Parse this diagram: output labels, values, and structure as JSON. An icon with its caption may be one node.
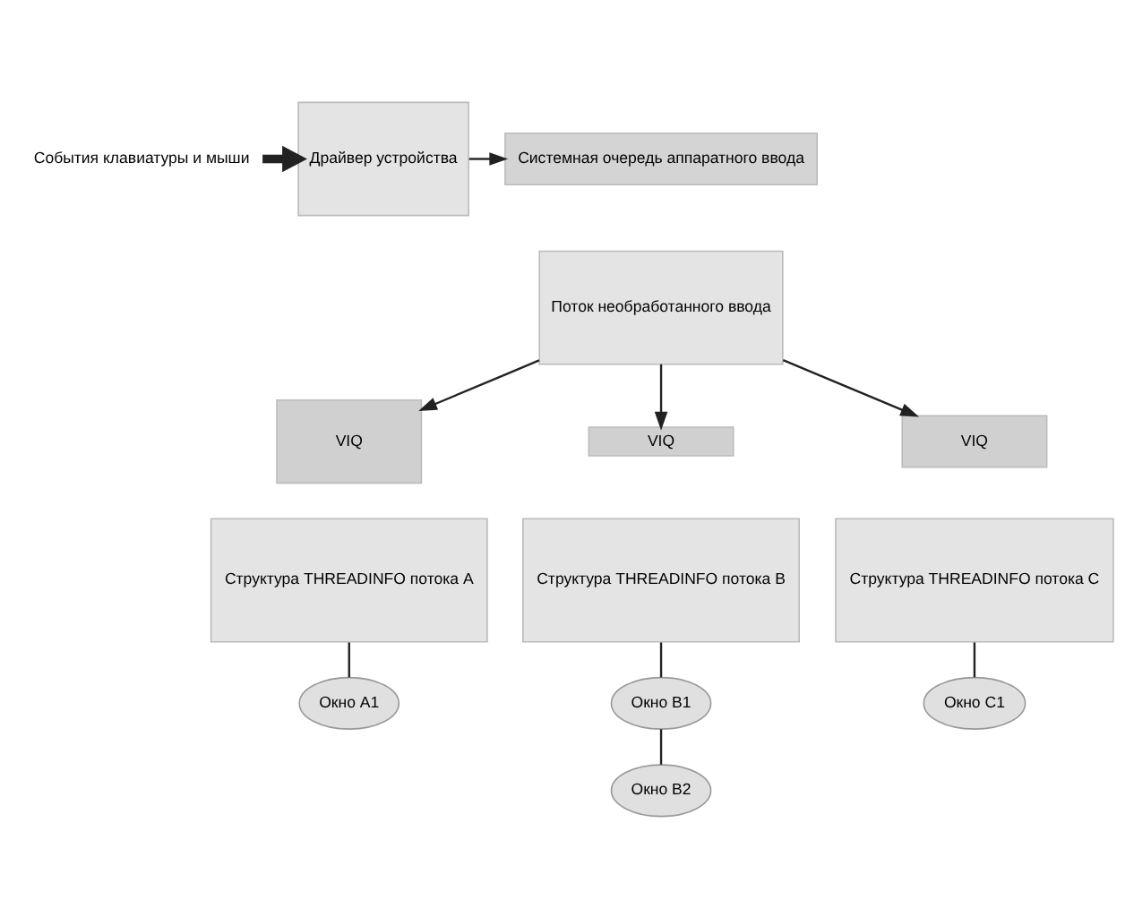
{
  "diagram": {
    "nodes": [
      {
        "text": [
          "События клавиатуры и мыши"
        ]
      },
      {
        "text": [
          "Драйвер устройства"
        ]
      },
      {
        "text": [
          "Системная очередь аппаратного ввода"
        ]
      },
      {
        "text": [
          "Поток необработанного ввода"
        ]
      },
      {
        "text": [
          "VIQ"
        ]
      },
      {
        "text": [
          "Структура THREADINFO потока A"
        ]
      },
      {
        "text": [
          "VIQ"
        ]
      },
      {
        "text": [
          "Структура THREADINFO потока B"
        ]
      },
      {
        "text": [
          "VIQ"
        ]
      },
      {
        "text": [
          "Структура THREADINFO потока C"
        ]
      },
      {
        "text": [
          "Окно A1"
        ]
      },
      {
        "text": [
          "Окно B1"
        ]
      },
      {
        "text": [
          "Окно B2"
        ]
      },
      {
        "text": [
          "Окно C1"
        ]
      }
    ],
    "edges": [
      {
        "from": 0,
        "to": 1,
        "arrow": "to",
        "style": "thick"
      },
      {
        "from": 1,
        "to": 2,
        "arrow": "to"
      },
      {
        "from": 3,
        "to": 4,
        "arrow": "to"
      },
      {
        "from": 3,
        "to": 6,
        "arrow": "to"
      },
      {
        "from": 3,
        "to": 8,
        "arrow": "to"
      },
      {
        "from": 5,
        "to": 10,
        "arrow": "none"
      },
      {
        "from": 7,
        "to": 11,
        "arrow": "none"
      },
      {
        "from": 11,
        "to": 12,
        "arrow": "none"
      },
      {
        "from": 9,
        "to": 13,
        "arrow": "none"
      }
    ]
  }
}
